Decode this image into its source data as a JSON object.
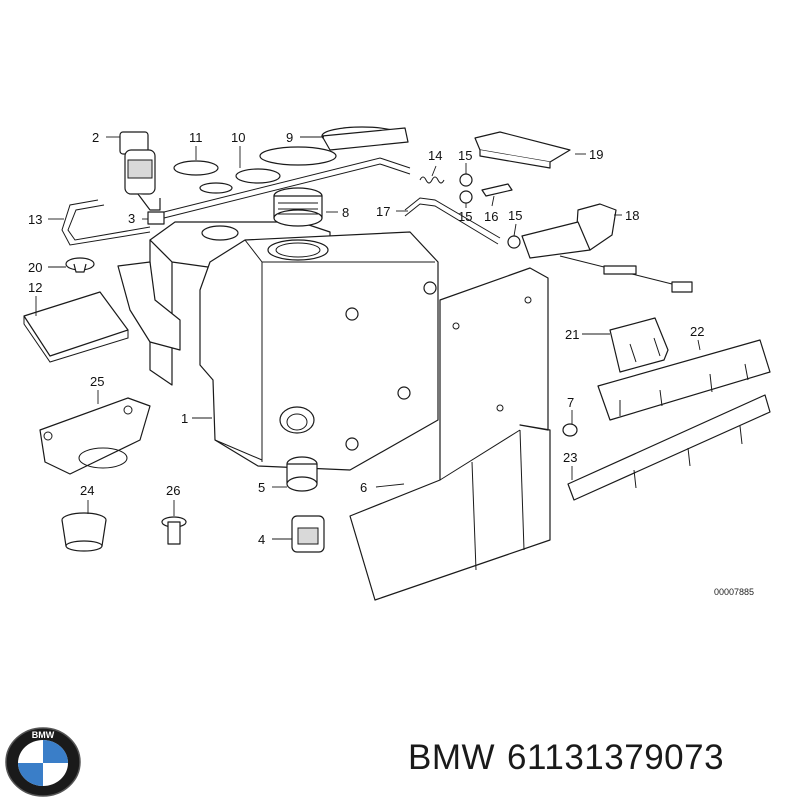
{
  "diagram": {
    "callouts": [
      "1",
      "2",
      "3",
      "4",
      "5",
      "6",
      "7",
      "8",
      "9",
      "10",
      "11",
      "12",
      "13",
      "14",
      "15",
      "15",
      "15",
      "16",
      "17",
      "18",
      "19",
      "20",
      "21",
      "22",
      "23",
      "24",
      "25",
      "26"
    ],
    "drawing_code": "00007885"
  },
  "footer": {
    "brand": "BMW",
    "part_number": "61131379073",
    "logo_letters": "BMW",
    "logo_colors": {
      "ring": "#1a1a1a",
      "blue": "#3a7ec8",
      "white": "#ffffff"
    }
  }
}
